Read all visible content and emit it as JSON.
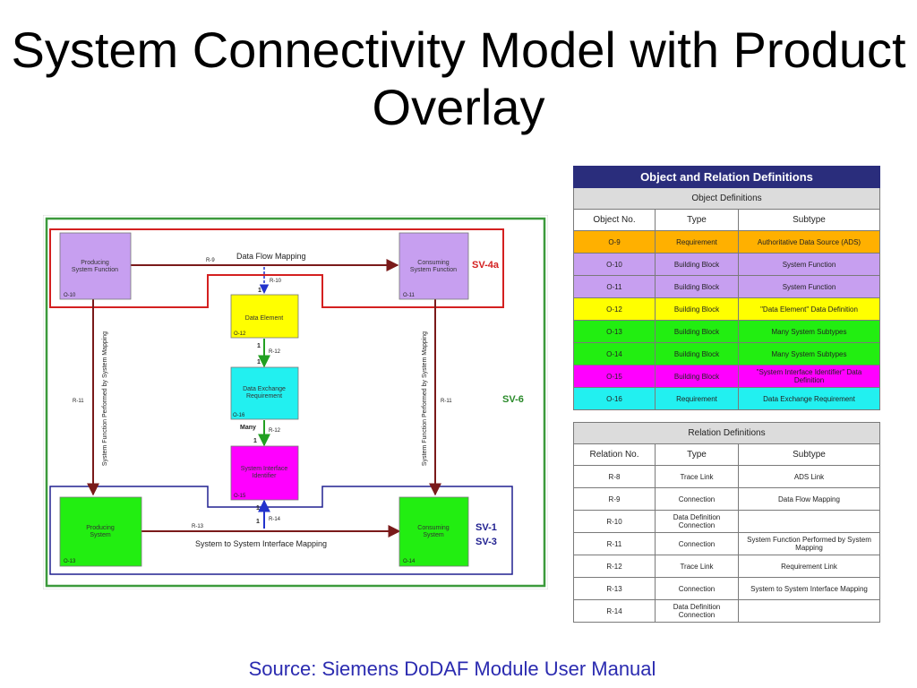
{
  "title": "System Connectivity Model with Product Overlay",
  "source": "Source: Siemens DoDAF Module User Manual",
  "diagram": {
    "blocks": {
      "producing_function": {
        "label": "Producing System Function",
        "id": "O-10"
      },
      "consuming_function": {
        "label": "Consuming System Function",
        "id": "O-11"
      },
      "data_element": {
        "label": "Data Element",
        "id": "O-12"
      },
      "data_exchange": {
        "label": "Data Exchange Requirement",
        "id": "O-16"
      },
      "sys_interface": {
        "label": "System Interface Identifier",
        "id": "O-15"
      },
      "producing_system": {
        "label": "Producing System",
        "id": "O-13"
      },
      "consuming_system": {
        "label": "Consuming System",
        "id": "O-14"
      }
    },
    "labels": {
      "data_flow_mapping": "Data Flow Mapping",
      "sys_to_sys": "System to System Interface Mapping",
      "vertical_mapping": "System Function Performed by System Mapping",
      "r9": "R-9",
      "r10": "R-10",
      "r11": "R-11",
      "r12": "R-12",
      "r13": "R-13",
      "r14": "R-14",
      "one": "1",
      "many": "Many"
    },
    "views": {
      "sv4a": "SV-4a",
      "sv6": "SV-6",
      "sv1": "SV-1",
      "sv3": "SV-3"
    },
    "colors": {
      "purple": "#c79ff0",
      "yellow": "#ffff00",
      "cyan": "#22f0f0",
      "magenta": "#ff00ff",
      "green": "#22ee11",
      "red": "#d42020",
      "darkred": "#7a1a1a",
      "navy": "#202090",
      "outer_green": "#3c9a3c",
      "arrow_blue": "#2233cc",
      "arrow_green": "#22a022"
    }
  },
  "tables": {
    "title": "Object and Relation Definitions",
    "objects": {
      "heading": "Object Definitions",
      "columns": [
        "Object No.",
        "Type",
        "Subtype"
      ],
      "rows": [
        {
          "no": "O-9",
          "type": "Requirement",
          "subtype": "Authoritative Data Source (ADS)",
          "color": "#ffb000"
        },
        {
          "no": "O-10",
          "type": "Building Block",
          "subtype": "System Function",
          "color": "#c79ff0"
        },
        {
          "no": "O-11",
          "type": "Building Block",
          "subtype": "System Function",
          "color": "#c79ff0"
        },
        {
          "no": "O-12",
          "type": "Building Block",
          "subtype": "\"Data Element\" Data Definition",
          "color": "#ffff00"
        },
        {
          "no": "O-13",
          "type": "Building Block",
          "subtype": "Many System Subtypes",
          "color": "#22ee11"
        },
        {
          "no": "O-14",
          "type": "Building Block",
          "subtype": "Many System Subtypes",
          "color": "#22ee11"
        },
        {
          "no": "O-15",
          "type": "Building Block",
          "subtype": "\"System Interface Identifier\" Data Definition",
          "color": "#ff00ff"
        },
        {
          "no": "O-16",
          "type": "Requirement",
          "subtype": "Data Exchange Requirement",
          "color": "#22f0f0"
        }
      ]
    },
    "relations": {
      "heading": "Relation Definitions",
      "columns": [
        "Relation No.",
        "Type",
        "Subtype"
      ],
      "rows": [
        {
          "no": "R-8",
          "type": "Trace Link",
          "subtype": "ADS Link"
        },
        {
          "no": "R-9",
          "type": "Connection",
          "subtype": "Data Flow Mapping"
        },
        {
          "no": "R-10",
          "type": "Data Definition Connection",
          "subtype": ""
        },
        {
          "no": "R-11",
          "type": "Connection",
          "subtype": "System Function Performed by System Mapping"
        },
        {
          "no": "R-12",
          "type": "Trace Link",
          "subtype": "Requirement Link"
        },
        {
          "no": "R-13",
          "type": "Connection",
          "subtype": "System to System Interface Mapping"
        },
        {
          "no": "R-14",
          "type": "Data Definition Connection",
          "subtype": ""
        }
      ]
    }
  }
}
